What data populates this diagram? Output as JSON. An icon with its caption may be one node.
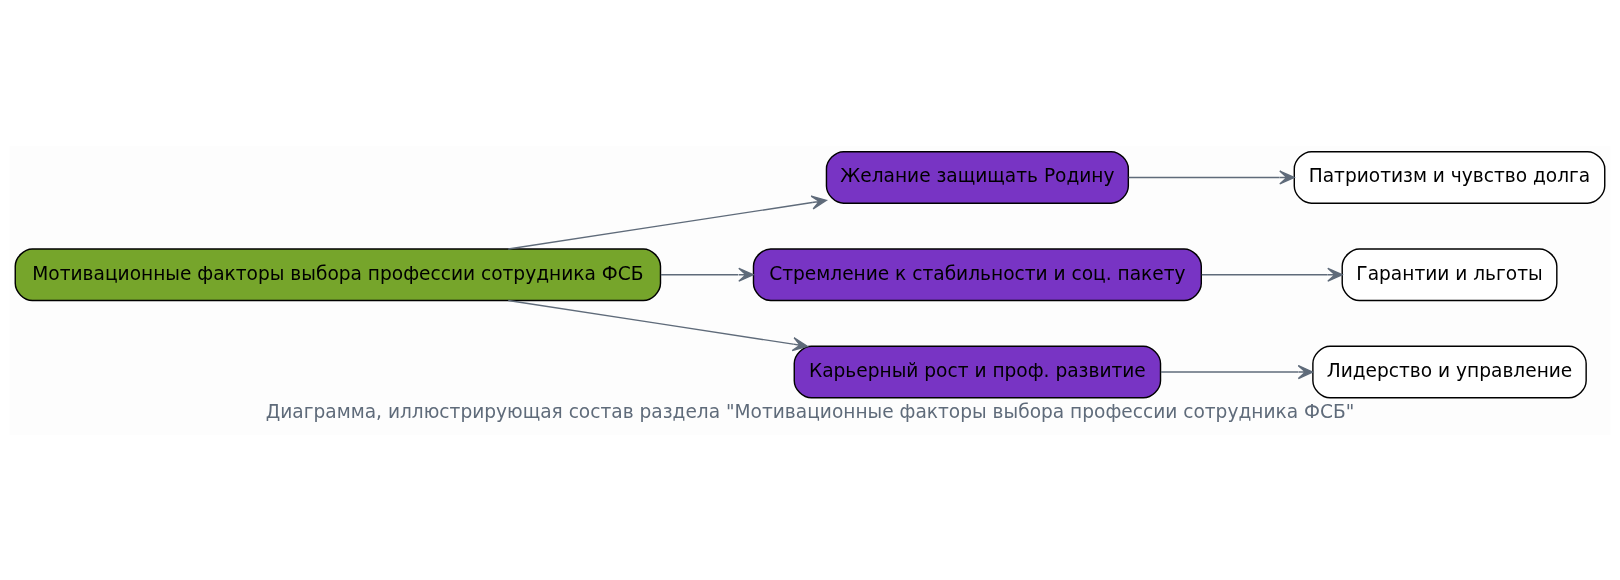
{
  "diagram": {
    "caption": "Диаграмма, иллюстрирующая состав раздела \"Мотивационные факторы выбора профессии сотрудника ФСБ\"",
    "nodes": [
      {
        "text": [
          "Мотивационные факторы выбора профессии сотрудника ФСБ"
        ]
      },
      {
        "text": [
          "Желание защищать Родину"
        ]
      },
      {
        "text": [
          "Стремление к стабильности и соц. пакету"
        ]
      },
      {
        "text": [
          "Карьерный рост и проф. развитие"
        ]
      },
      {
        "text": [
          "Патриотизм и чувство долга"
        ]
      },
      {
        "text": [
          "Гарантии и льготы"
        ]
      },
      {
        "text": [
          "Лидерство и управление"
        ]
      }
    ],
    "edges": [
      {
        "from": 0,
        "to": 1,
        "arrow": "to"
      },
      {
        "from": 0,
        "to": 2,
        "arrow": "to"
      },
      {
        "from": 0,
        "to": 3,
        "arrow": "to"
      },
      {
        "from": 1,
        "to": 4,
        "arrow": "to"
      },
      {
        "from": 2,
        "to": 5,
        "arrow": "to"
      },
      {
        "from": 3,
        "to": 6,
        "arrow": "to"
      }
    ]
  }
}
